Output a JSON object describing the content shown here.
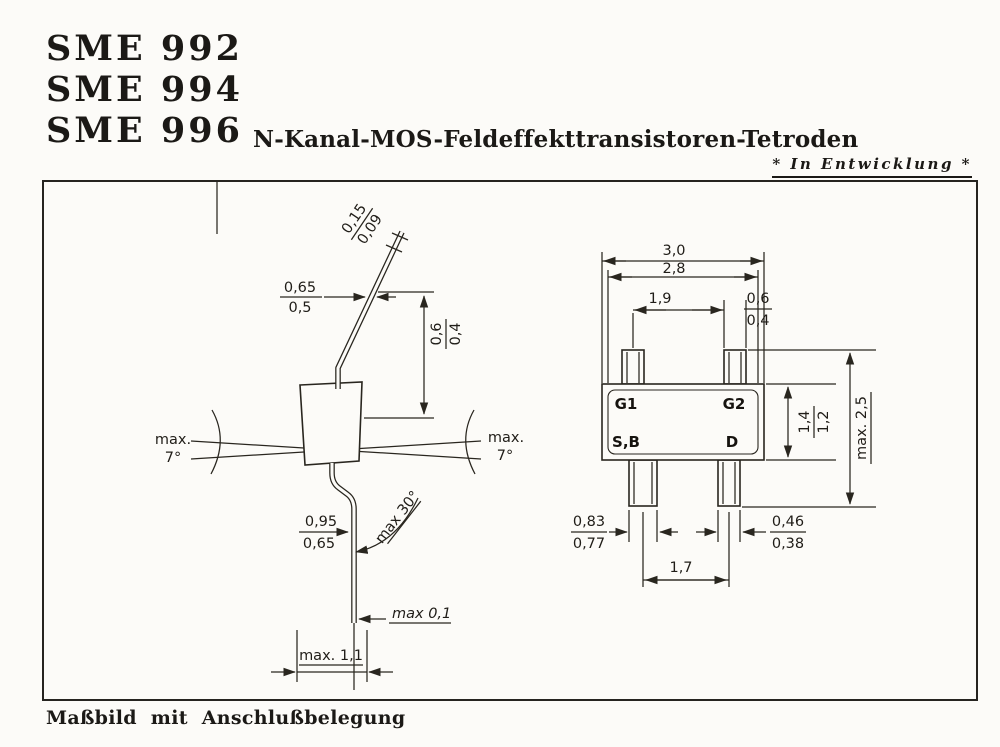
{
  "colors": {
    "ink": "#29261f",
    "paper": "#fcfbf8"
  },
  "header": {
    "part_numbers": [
      "SME 992",
      "SME 994",
      "SME 996"
    ],
    "title": "N-Kanal-MOS-Feldeffekttransistoren-Tetroden",
    "status_note": "* In Entwicklung *"
  },
  "figure": {
    "caption": "Maßbild mit Anschlußbelegung",
    "side_view": {
      "lead_thickness_max": "0,15",
      "lead_thickness_min": "0,09",
      "lead_width_max": "0,65",
      "lead_width_min": "0,5",
      "tip_length_max": "0,6",
      "tip_length_min": "0,4",
      "angle_left_line1": "max.",
      "angle_left_line2": "7°",
      "angle_right_line1": "max.",
      "angle_right_line2": "7°",
      "standoff_max": "0,95",
      "standoff_min": "0,65",
      "bend_angle": "max 30°",
      "seating_height": "max 0,1",
      "overall_width": "max. 1,1"
    },
    "top_view": {
      "body_width_max": "3,0",
      "body_width_min": "2,8",
      "gate_pitch": "1,9",
      "gate_lead_width_max": "0,6",
      "gate_lead_width_min": "0,4",
      "body_height_max": "1,4",
      "body_height_min": "1,2",
      "overall_height": "max. 2,5",
      "source_lead_width_max": "0,83",
      "source_lead_width_min": "0,77",
      "drain_lead_width_max": "0,46",
      "drain_lead_width_min": "0,38",
      "drain_pitch": "1,7",
      "pins": {
        "g1": "G1",
        "g2": "G2",
        "sb": "S,B",
        "d": "D"
      }
    }
  }
}
